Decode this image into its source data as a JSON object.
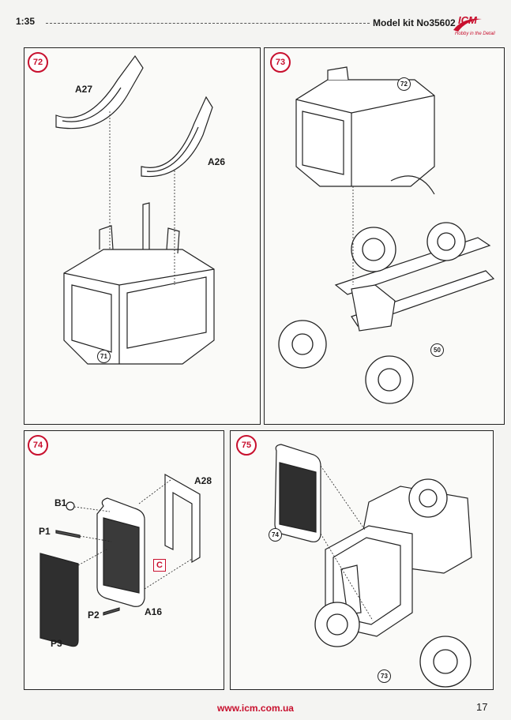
{
  "header": {
    "scale": "1:35",
    "kit_number": "Model kit No35602",
    "brand": "ICM",
    "brand_tagline": "Hobby in the Detail"
  },
  "steps": [
    {
      "number": "72",
      "labels": [
        "A27",
        "A26"
      ],
      "refs": [
        "71"
      ]
    },
    {
      "number": "73",
      "refs": [
        "72",
        "50"
      ]
    },
    {
      "number": "74",
      "labels": [
        "A28",
        "B1",
        "P1",
        "P2",
        "P3",
        "A16"
      ],
      "color_code": "C"
    },
    {
      "number": "75",
      "refs": [
        "74",
        "73"
      ]
    }
  ],
  "footer": {
    "url": "www.icm.com.ua",
    "page_number": "17"
  },
  "colors": {
    "accent": "#c8102e",
    "line": "#222222"
  }
}
